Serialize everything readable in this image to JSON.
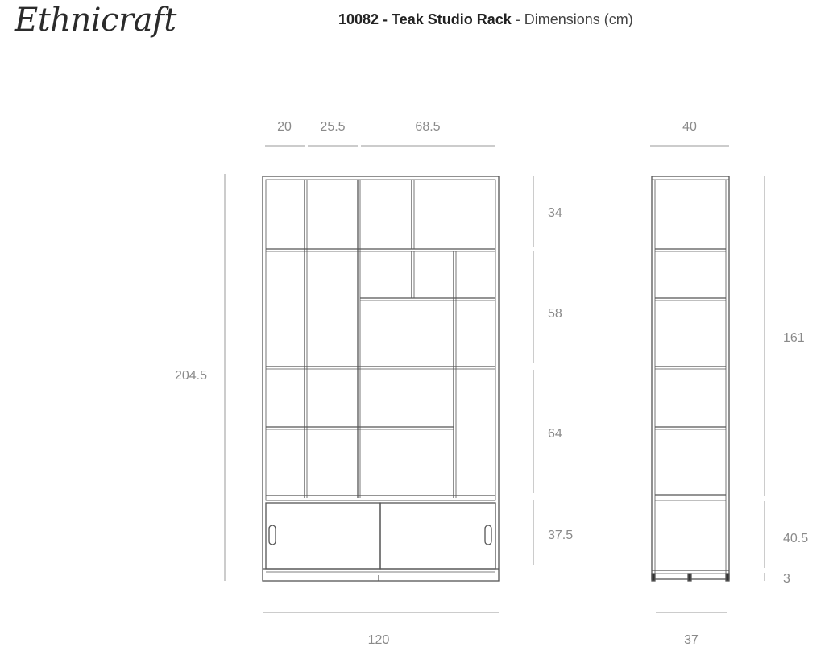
{
  "brand": "Ethnicraft",
  "title": {
    "code_name": "10082 - Teak Studio Rack",
    "separator": " - ",
    "suffix": "Dimensions (cm)"
  },
  "dimensions": {
    "top_widths": [
      "20",
      "25.5",
      "68.5"
    ],
    "side_depth": "40",
    "total_height": "204.5",
    "section_heights": [
      "34",
      "58",
      "64",
      "37.5"
    ],
    "side_heights": [
      "161",
      "40.5",
      "3"
    ],
    "total_width": "120",
    "base_depth": "37"
  }
}
